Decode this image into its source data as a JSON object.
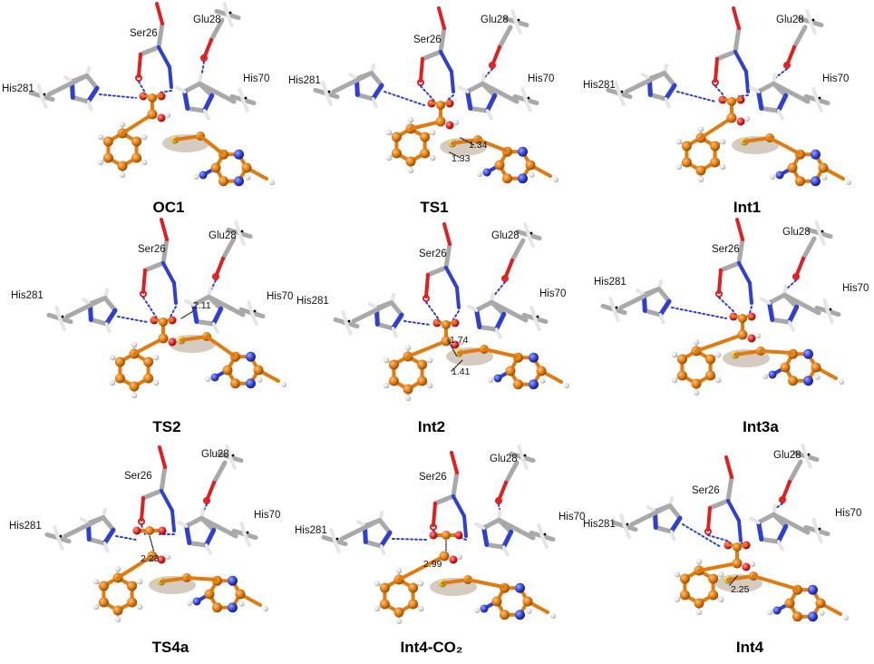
{
  "figure": {
    "panels": [
      {
        "title": "OC1",
        "residues": {
          "ser": "Ser26",
          "glu": "Glu28",
          "his_left": "His281",
          "his_right": "His70"
        },
        "distances": []
      },
      {
        "title": "TS1",
        "residues": {
          "ser": "Ser26",
          "glu": "Glu28",
          "his_left": "His281",
          "his_right": "His70"
        },
        "distances": [
          "1.34",
          "1.33"
        ]
      },
      {
        "title": "Int1",
        "residues": {
          "ser": "Ser26",
          "glu": "Glu28",
          "his_left": "His281",
          "his_right": "His70"
        },
        "distances": []
      },
      {
        "title": "TS2",
        "residues": {
          "ser": "Ser26",
          "glu": "Glu28",
          "his_left": "His281",
          "his_right": "His70"
        },
        "distances": [
          "2.11"
        ]
      },
      {
        "title": "Int2",
        "residues": {
          "ser": "Ser26",
          "glu": "Glu28",
          "his_left": "His281",
          "his_right": "His70"
        },
        "distances": [
          "1.74",
          "1.41"
        ]
      },
      {
        "title": "Int3a",
        "residues": {
          "ser": "Ser26",
          "glu": "Glu28",
          "his_left": "His281",
          "his_right": "His70"
        },
        "distances": []
      },
      {
        "title": "TS4a",
        "residues": {
          "ser": "Ser26",
          "glu": "Glu28",
          "his_left": "His281",
          "his_right": "His70"
        },
        "distances": [
          "2.23"
        ]
      },
      {
        "title": "Int4-CO₂",
        "residues": {
          "ser": "Ser26",
          "glu": "Glu28",
          "his_left": "His281",
          "his_right": "His70"
        },
        "distances": [
          "2.99"
        ]
      },
      {
        "title": "Int4",
        "residues": {
          "ser": "Ser26",
          "glu": "Glu28",
          "his_left": "His281",
          "his_right": "His70"
        },
        "distances": [
          "2.25"
        ]
      }
    ],
    "colors": {
      "carbon_protein": "#a9a9a9",
      "carbon_substrate": "#e07b10",
      "nitrogen": "#2f3fd0",
      "oxygen": "#e02020",
      "sulfur": "#c9c33a",
      "hydrogen": "#e6e6e6",
      "hbond": "#2f3fd0",
      "distance_line": "#222222"
    }
  }
}
